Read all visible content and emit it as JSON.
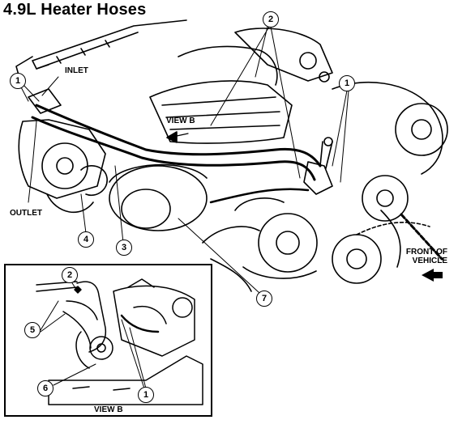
{
  "title": "4.9L Heater Hoses",
  "labels": {
    "inlet": "INLET",
    "outlet": "OUTLET",
    "view_b_pointer": "VIEW B",
    "front_of_vehicle_line1": "FRONT OF",
    "front_of_vehicle_line2": "VEHICLE",
    "inset_caption": "VIEW B"
  },
  "callouts": {
    "c1_left": "1",
    "c2_top": "2",
    "c1_right": "1",
    "c4": "4",
    "c3": "3",
    "c7": "7",
    "inset_c2": "2",
    "inset_c5": "5",
    "inset_c6": "6",
    "inset_c1": "1"
  },
  "colors": {
    "ink": "#000000",
    "paper": "#ffffff"
  }
}
